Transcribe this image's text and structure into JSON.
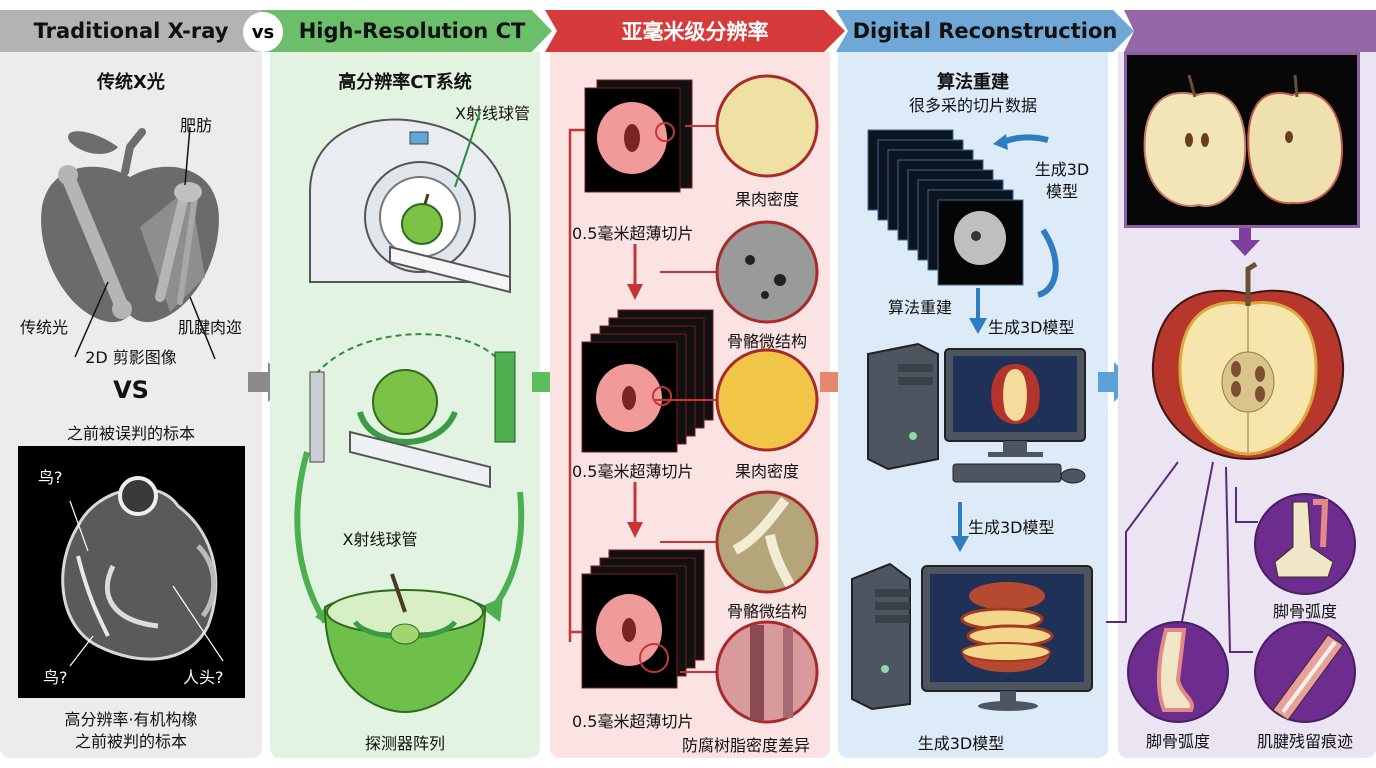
{
  "header": {
    "sections": [
      {
        "title": "Traditional X-ray",
        "color": "#b3b3b3"
      },
      {
        "title": "High-Resolution CT",
        "color": "#6cbf6a"
      },
      {
        "title": "亚毫米级分辨率",
        "color": "#d63a3a"
      },
      {
        "title": "Digital Reconstruction",
        "color": "#6fa8d6"
      },
      {
        "title": "",
        "color": "#9468a8"
      }
    ],
    "vs_badge": "vs"
  },
  "panel_xray": {
    "title": "传统X光",
    "label_fat": "肥肪",
    "label_traditional": "传统光",
    "label_tendon": "肌腱肉迩",
    "caption_2d": "2D 剪影图像",
    "vs": "VS",
    "misjudged_title": "之前被误判的标本",
    "ct_labels": {
      "bird_top": "鸟?",
      "bird_bottom": "鸟?",
      "human_head": "人头?"
    },
    "caption_line1": "高分辨率·有机构橡",
    "caption_line2": "之前被判的标本",
    "bg": "#ececec"
  },
  "panel_ct": {
    "title": "高分辨率CT系统",
    "label_tube_top": "X射线球管",
    "label_tube_bottom": "X射线球管",
    "label_detector": "探测器阵列",
    "bg": "#e3f3e1"
  },
  "panel_slices": {
    "slice_label_1": "0.5毫米超薄切片",
    "slice_label_2": "0.5毫米超薄切片",
    "slice_label_3": "0.5毫米超薄切片",
    "circle_labels": [
      "果肉密度",
      "骨骼微结构",
      "果肉密度",
      "骨骼微结构",
      "防腐树脂密度差异"
    ],
    "bg": "#fbe3e3"
  },
  "panel_recon": {
    "title": "算法重建",
    "subtitle": "很多采的切片数据",
    "label_generate_side": "生成3D\n模型",
    "label_generate_side_l1": "生成3D",
    "label_generate_side_l2": "模型",
    "label_algo": "算法重建",
    "label_generate_1": "生成3D模型",
    "label_generate_2": "生成3D模型",
    "label_generate_3": "生成3D模型",
    "bg": "#dcebf7"
  },
  "panel_result": {
    "label_foot_arch_1": "脚骨弧度",
    "label_foot_arch_2": "脚骨弧度",
    "label_tendon_trace": "肌腱残留痕迹",
    "bg": "#ebe4f3"
  }
}
